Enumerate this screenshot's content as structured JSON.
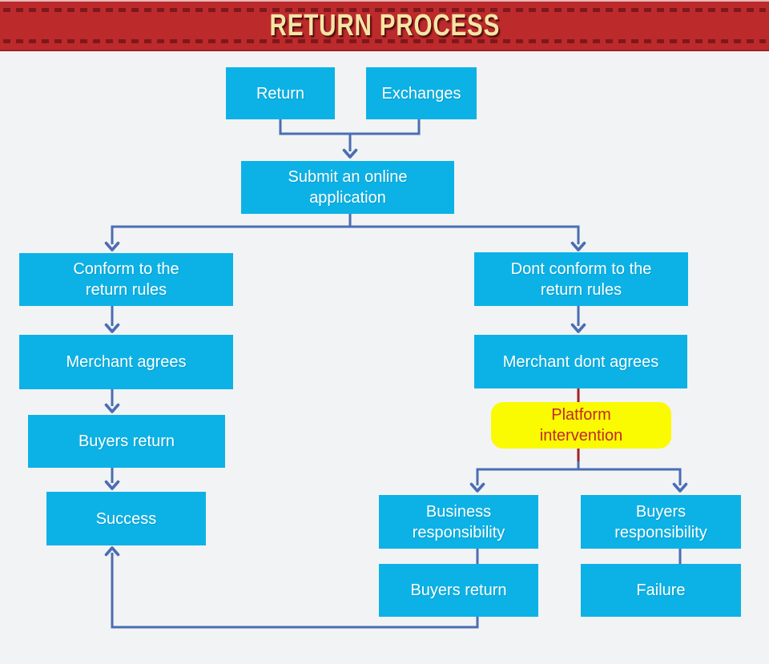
{
  "header": {
    "title": "RETURN PROCESS"
  },
  "colors": {
    "page_bg": "#f2f3f4",
    "node_fill": "#0cb2e6",
    "node_text": "#ffffff",
    "connector_blue": "#4a6db4",
    "connector_red": "#9e2428",
    "highlight_fill": "#fafa00",
    "highlight_text": "#c0282b",
    "banner_bg": "#bd2a2c",
    "banner_dash": "#7d181c",
    "banner_title": "#f5e5a6"
  },
  "flowchart": {
    "nodes": {
      "return": "Return",
      "exchanges": "Exchanges",
      "submit": "Submit an online application",
      "conform": "Conform to the return rules",
      "dont_conform": "Dont conform to the return rules",
      "merchant_agrees": "Merchant agrees",
      "merchant_dont_agrees": "Merchant dont agrees",
      "platform_intervention": "Platform intervention",
      "buyers_return_left": "Buyers return",
      "success": "Success",
      "business_responsibility": "Business responsibility",
      "buyers_responsibility": "Buyers responsibility",
      "buyers_return_right": "Buyers return",
      "failure": "Failure"
    }
  }
}
